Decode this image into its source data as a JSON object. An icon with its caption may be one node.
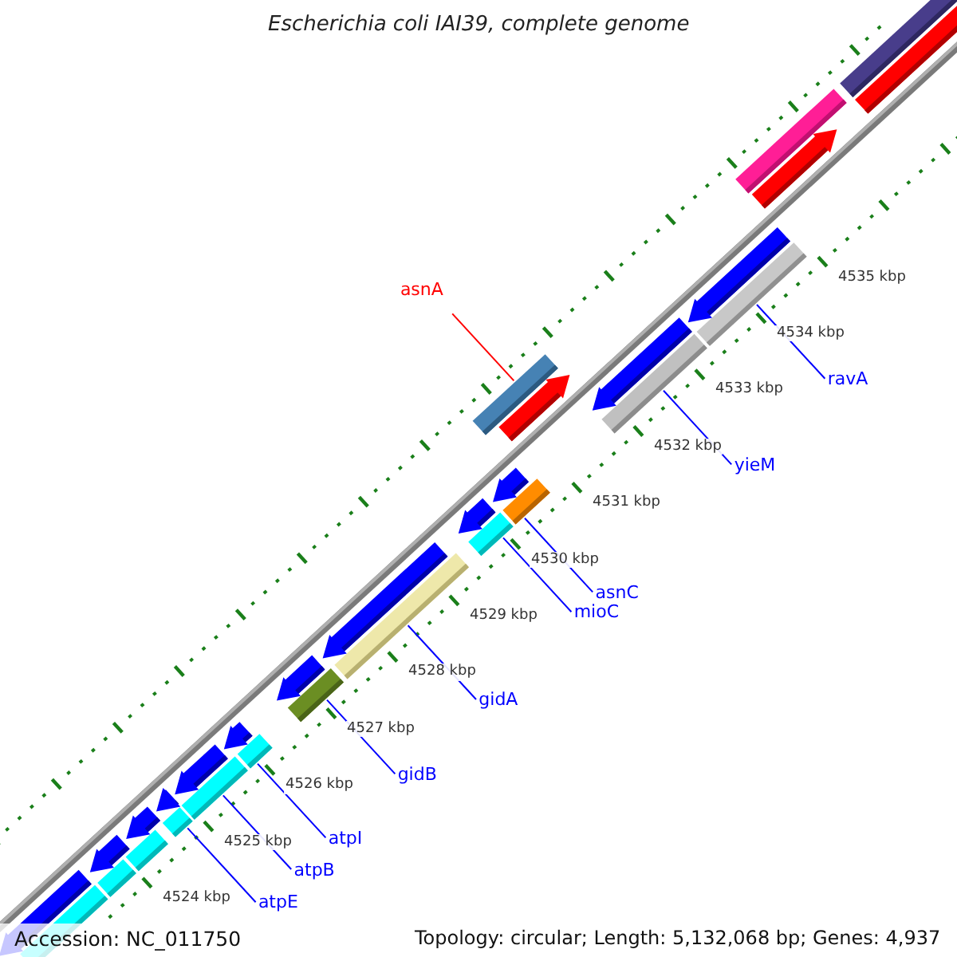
{
  "diagram": {
    "title": "Escherichia coli IAI39, complete genome",
    "nodes": [
      {
        "text": [
          "asnA"
        ]
      },
      {
        "text": [],
        "shape": "bar"
      },
      {
        "text": [
          "ravA"
        ]
      },
      {
        "text": [],
        "shape": "bar"
      },
      {
        "text": [
          "yieM"
        ]
      },
      {
        "text": [],
        "shape": "bar"
      },
      {
        "text": [
          "asnC"
        ]
      },
      {
        "text": [],
        "shape": "bar"
      },
      {
        "text": [
          "mioC"
        ]
      },
      {
        "text": [],
        "shape": "bar"
      },
      {
        "text": [
          "gidA"
        ]
      },
      {
        "text": [],
        "shape": "bar"
      },
      {
        "text": [
          "gidB"
        ]
      },
      {
        "text": [],
        "shape": "bar"
      },
      {
        "text": [
          "atpI"
        ]
      },
      {
        "text": [],
        "shape": "bar"
      },
      {
        "text": [
          "atpB"
        ]
      },
      {
        "text": [],
        "shape": "bar"
      },
      {
        "text": [
          "atpE"
        ]
      },
      {
        "text": [],
        "shape": "bar"
      },
      {
        "text": [],
        "shape": "bar"
      },
      {
        "text": [],
        "shape": "bar"
      },
      {
        "text": [],
        "shape": "bar"
      },
      {
        "text": [],
        "shape": "bar"
      },
      {
        "text": [],
        "shape": "bar"
      },
      {
        "text": [],
        "shape": "bar"
      },
      {
        "text": [],
        "shape": "arrow"
      },
      {
        "text": [],
        "shape": "arrow"
      },
      {
        "text": [],
        "shape": "arrow"
      },
      {
        "text": [],
        "shape": "arrow"
      },
      {
        "text": [],
        "shape": "arrow"
      },
      {
        "text": [],
        "shape": "arrow"
      },
      {
        "text": [],
        "shape": "arrow"
      },
      {
        "text": [],
        "shape": "arrow"
      },
      {
        "text": [],
        "shape": "arrow"
      },
      {
        "text": [],
        "shape": "arrow"
      },
      {
        "text": [],
        "shape": "arrow"
      },
      {
        "text": [],
        "shape": "arrow"
      },
      {
        "text": [],
        "shape": "arrow"
      },
      {
        "text": [],
        "shape": "arrow"
      }
    ],
    "edges": [
      {
        "from": 0,
        "to": 1,
        "arrow": "none",
        "color": "#ff0000"
      },
      {
        "from": 2,
        "to": 3,
        "arrow": "none"
      },
      {
        "from": 4,
        "to": 5,
        "arrow": "none"
      },
      {
        "from": 6,
        "to": 7,
        "arrow": "none"
      },
      {
        "from": 8,
        "to": 9,
        "arrow": "none"
      },
      {
        "from": 10,
        "to": 11,
        "arrow": "none"
      },
      {
        "from": 12,
        "to": 13,
        "arrow": "none"
      },
      {
        "from": 14,
        "to": 15,
        "arrow": "none"
      },
      {
        "from": 16,
        "to": 17,
        "arrow": "none"
      },
      {
        "from": 18,
        "to": 19,
        "arrow": "none"
      }
    ],
    "labels": [
      "4535 kbp",
      "4534 kbp",
      "4533 kbp",
      "4532 kbp",
      "4531 kbp",
      "4530 kbp",
      "4529 kbp",
      "4528 kbp",
      "4527 kbp",
      "4526 kbp",
      "4525 kbp",
      "4524 kbp",
      "Accession: NC_011750",
      "Topology: circular; Length: 5,132,068 bp; Genes: 4,937"
    ]
  }
}
